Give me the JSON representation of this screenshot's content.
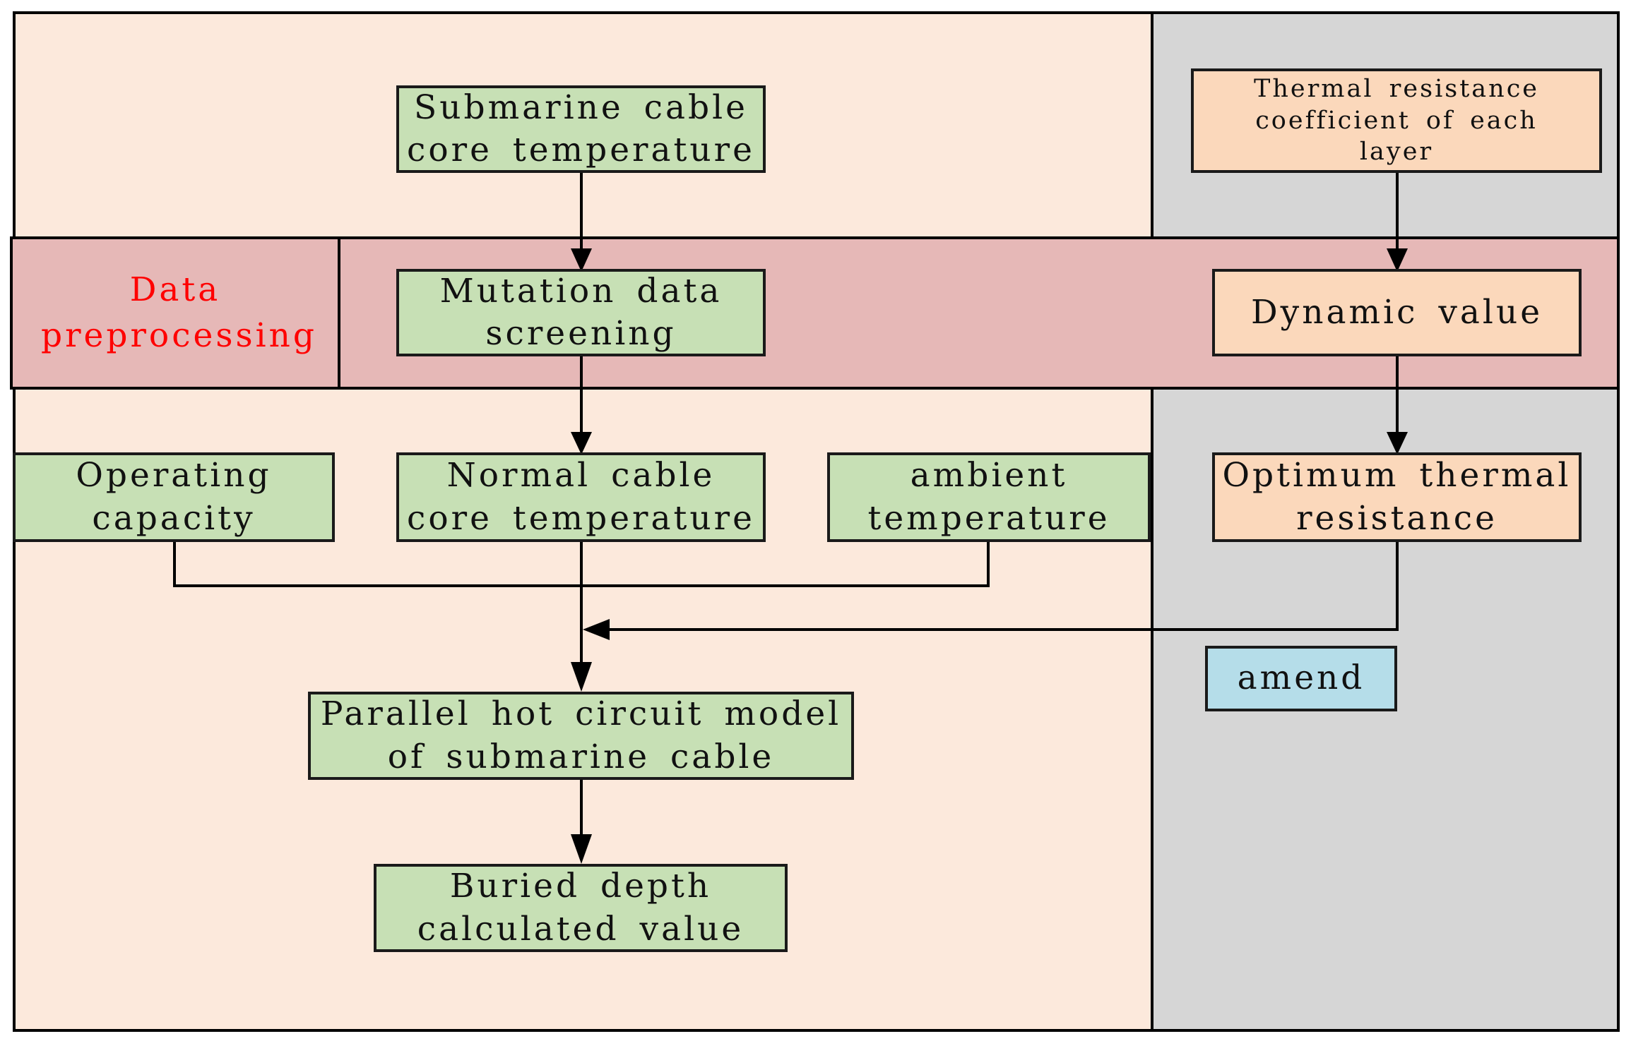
{
  "diagram": {
    "section_label": "Data preprocessing",
    "nodes": {
      "submarine_cable_core_temperature": "Submarine cable core temperature",
      "thermal_resistance_coefficient": "Thermal resistance coefficient of each layer",
      "mutation_data_screening": "Mutation data screening",
      "dynamic_value": "Dynamic value",
      "operating_capacity": "Operating capacity",
      "normal_cable_core_temperature": "Normal cable core temperature",
      "ambient_temperature": "ambient temperature",
      "optimum_thermal_resistance": "Optimum thermal resistance",
      "amend": "amend",
      "parallel_hot_circuit_model": "Parallel hot circuit model of submarine cable",
      "buried_depth_calculated_value": "Buried depth calculated value"
    },
    "edges": [
      {
        "from": "submarine_cable_core_temperature",
        "to": "mutation_data_screening"
      },
      {
        "from": "thermal_resistance_coefficient",
        "to": "dynamic_value"
      },
      {
        "from": "mutation_data_screening",
        "to": "normal_cable_core_temperature"
      },
      {
        "from": "dynamic_value",
        "to": "optimum_thermal_resistance"
      },
      {
        "from": "operating_capacity",
        "to": "parallel_hot_circuit_model"
      },
      {
        "from": "normal_cable_core_temperature",
        "to": "parallel_hot_circuit_model"
      },
      {
        "from": "ambient_temperature",
        "to": "parallel_hot_circuit_model"
      },
      {
        "from": "optimum_thermal_resistance",
        "to": "parallel_hot_circuit_model"
      },
      {
        "from": "parallel_hot_circuit_model",
        "to": "buried_depth_calculated_value"
      }
    ],
    "colors": {
      "left_region": "#fce9dc",
      "right_region": "#d6d6d6",
      "preprocessing_band": "#e6b8b7",
      "section_label_text": "#ff0000",
      "data_node": "#c7e0b5",
      "thermal_node": "#fbd8bb",
      "amend_node": "#b5dde9"
    }
  }
}
